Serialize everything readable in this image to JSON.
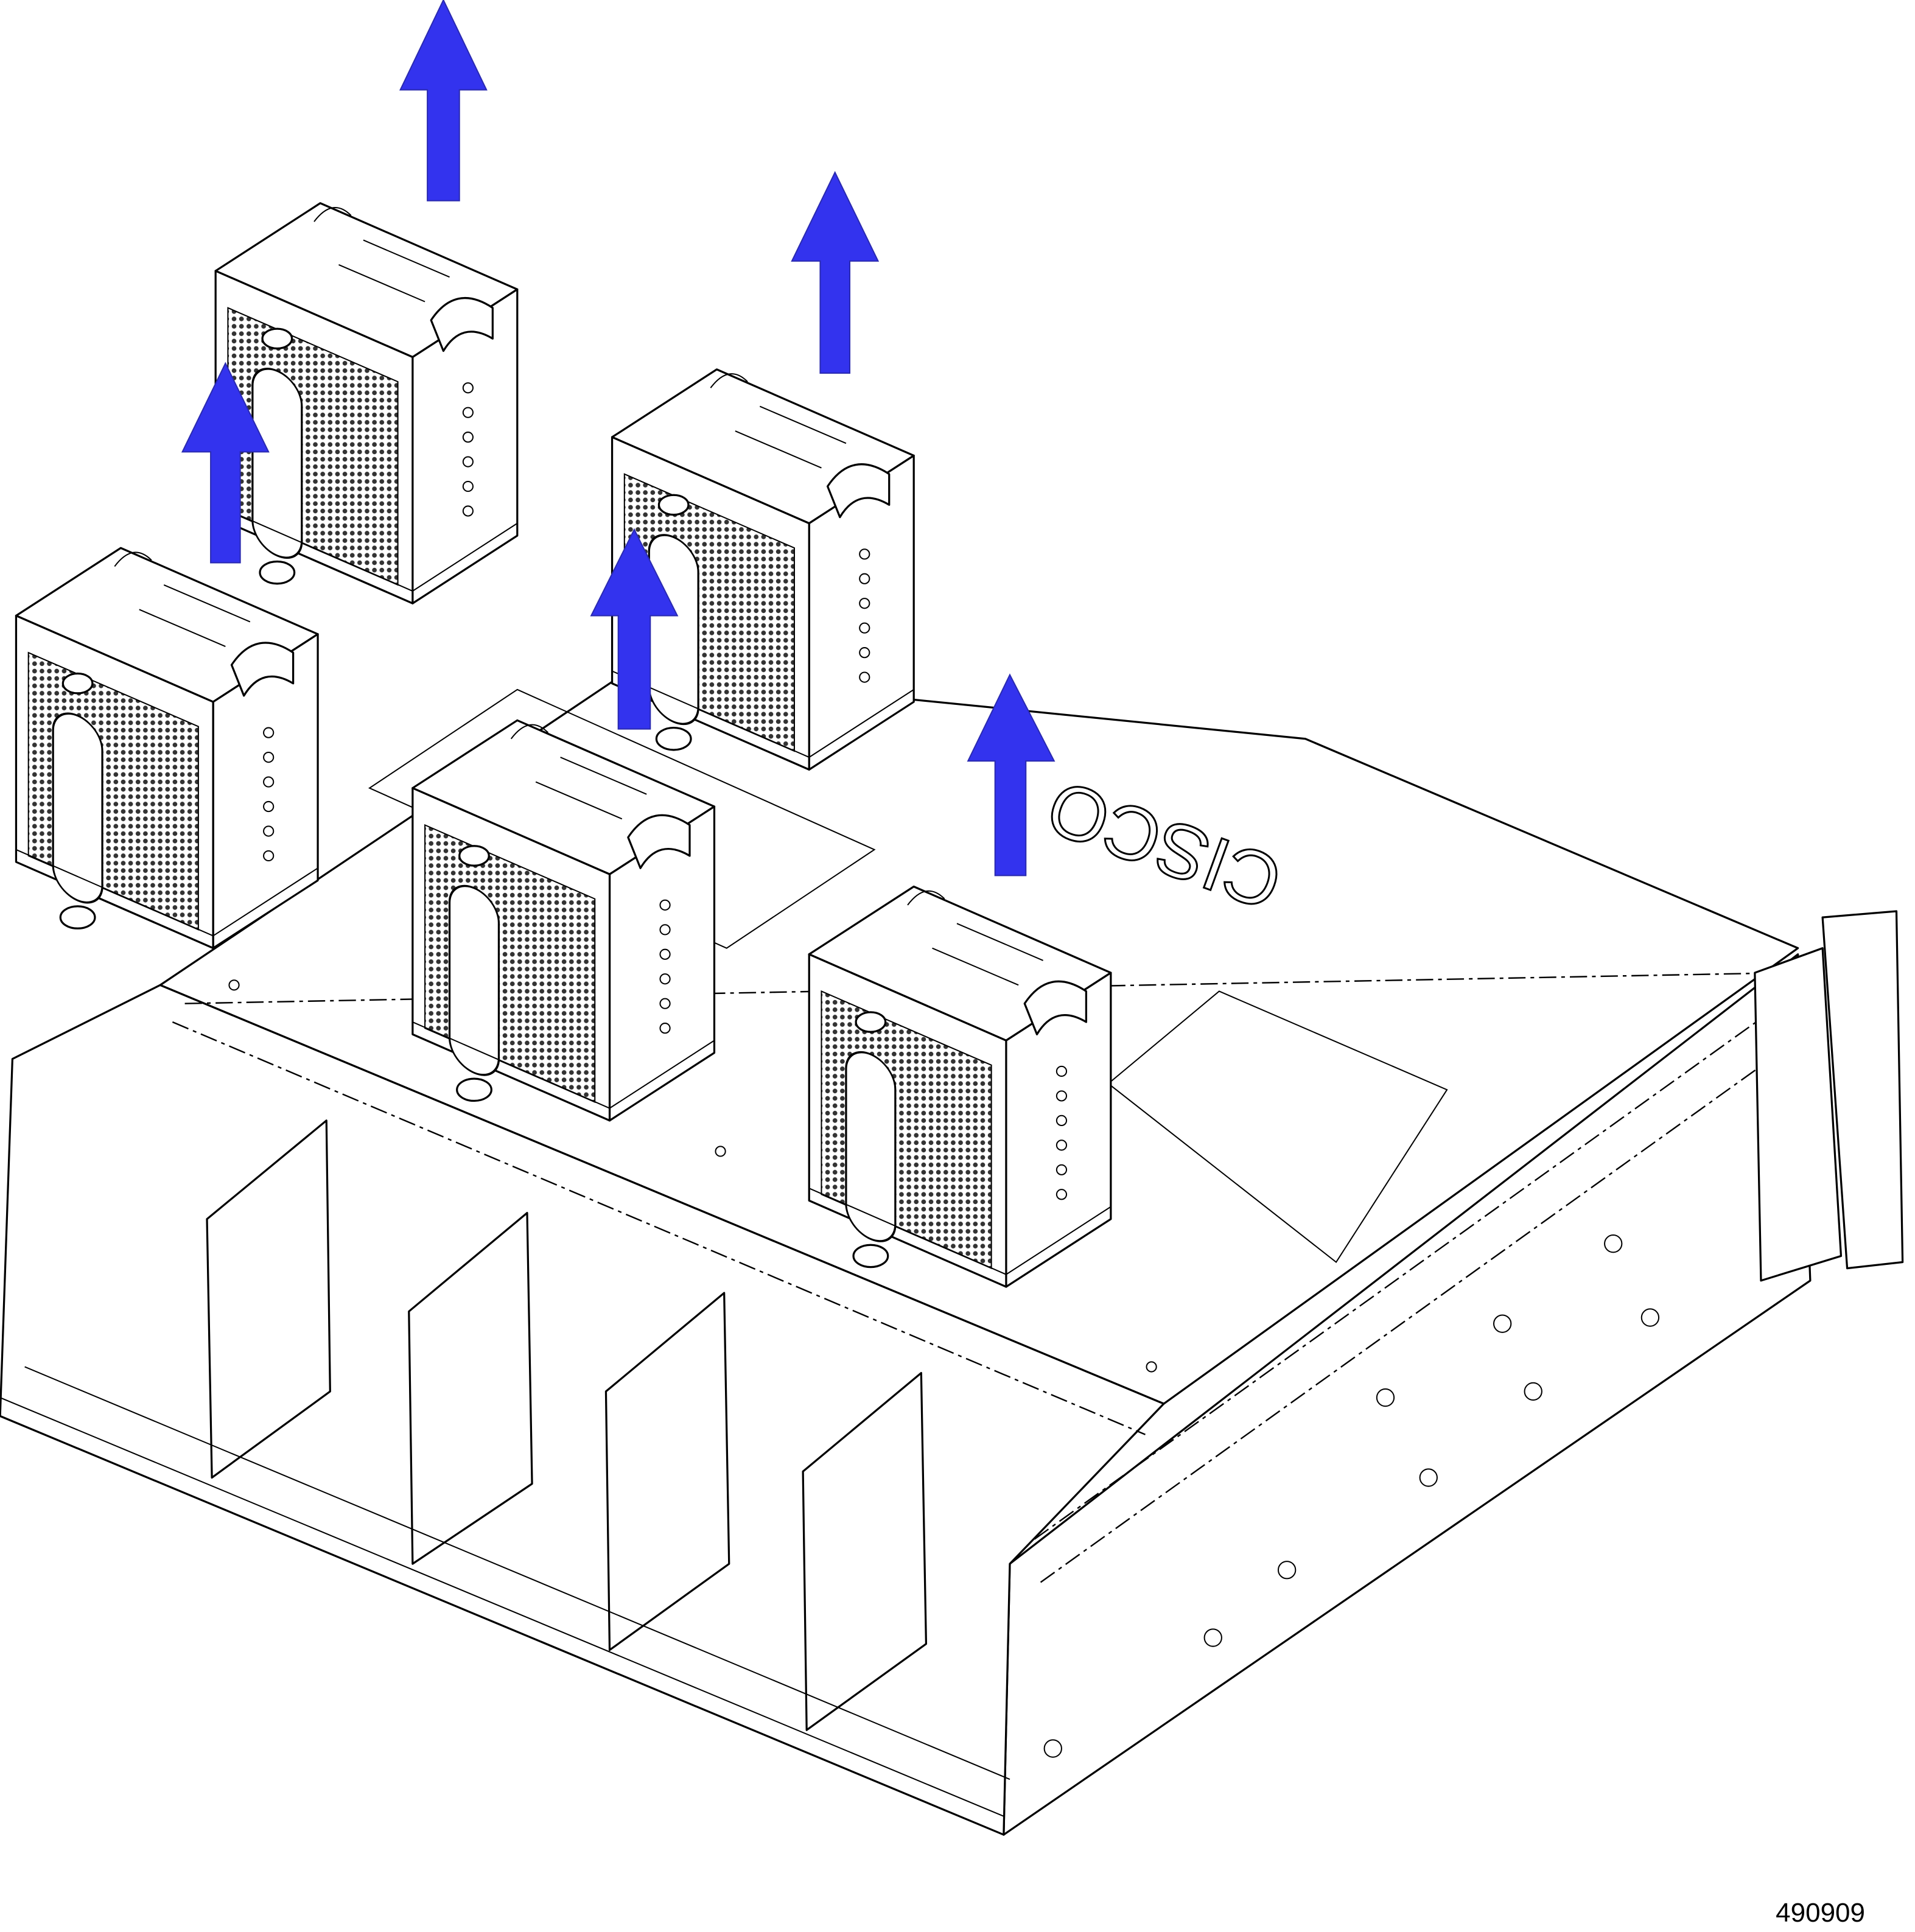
{
  "figure": {
    "id": "490909",
    "logo_text": "CISCO",
    "fan_module_count": 5,
    "colors": {
      "arrow": "#3333ee",
      "line": "#000000",
      "background": "#ffffff"
    }
  }
}
